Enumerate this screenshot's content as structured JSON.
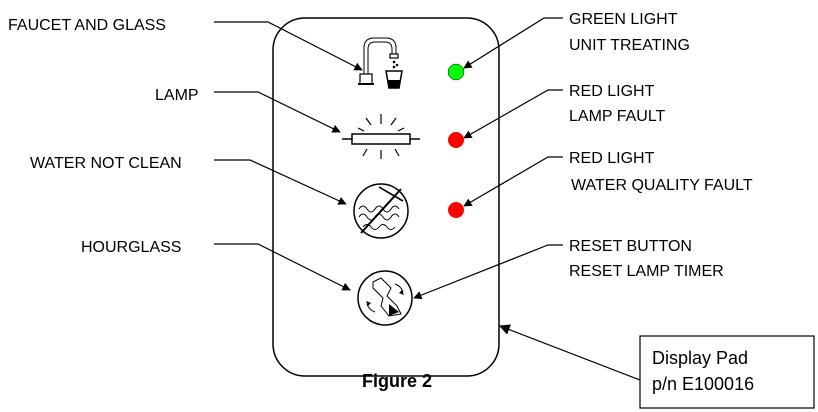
{
  "left_labels": [
    {
      "text": "FAUCET AND GLASS"
    },
    {
      "text": "LAMP"
    },
    {
      "text": "WATER NOT CLEAN"
    },
    {
      "text": "HOURGLASS"
    }
  ],
  "right_labels": [
    {
      "line1": "GREEN LIGHT",
      "line2": "UNIT TREATING",
      "color": "#00ff00"
    },
    {
      "line1": "RED LIGHT",
      "line2": "LAMP FAULT",
      "color": "#ff0000"
    },
    {
      "line1": "RED LIGHT",
      "line2": "WATER QUALITY FAULT",
      "color": "#ff0000"
    },
    {
      "line1": "RESET BUTTON",
      "line2": "RESET LAMP TIMER"
    }
  ],
  "caption": "Figure 2",
  "callout": {
    "line1": "Display Pad",
    "line2": "p/n E100016"
  },
  "icons": [
    "faucet-glass-icon",
    "lamp-icon",
    "water-not-clean-icon",
    "hourglass-icon"
  ]
}
